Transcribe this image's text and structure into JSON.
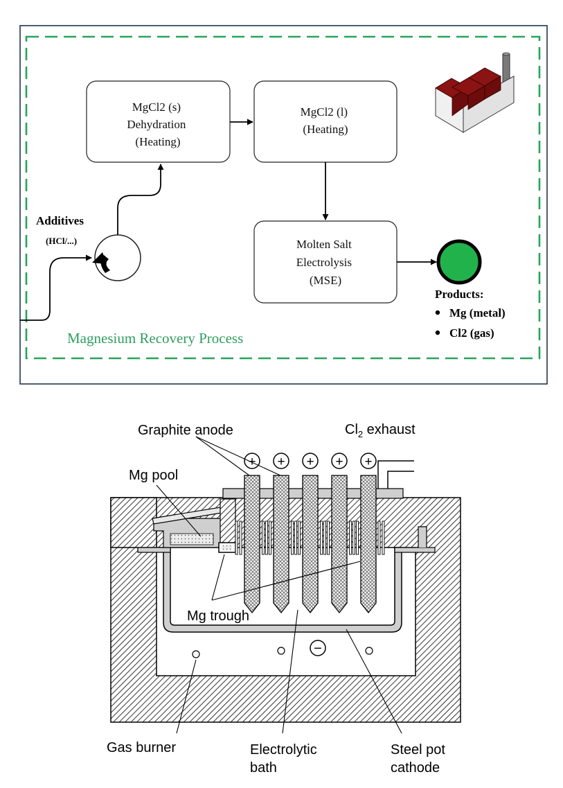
{
  "flow": {
    "boxes": {
      "dehydration": [
        "MgCl2 (s)",
        "Dehydration",
        "(Heating)"
      ],
      "heating": [
        "MgCl2 (l)",
        "(Heating)"
      ],
      "mse": [
        "Molten Salt",
        "Electrolysis",
        "(MSE)"
      ]
    },
    "additives": {
      "title": "Additives",
      "sub": "(HCl/...)"
    },
    "process_label": "Magnesium Recovery Process",
    "products": {
      "title": "Products:",
      "items": [
        "Mg (metal)",
        "Cl2 (gas)"
      ]
    },
    "colors": {
      "frame": "#1f3550",
      "dash": "#25a55a",
      "process_label": "#2f9e5f",
      "product_dot": "#22b24c",
      "factory_roof": "#8b1313"
    },
    "icons": [
      "factory-icon",
      "pump-icon",
      "product-circle-icon"
    ]
  },
  "cell": {
    "labels": {
      "anode": "Graphite anode",
      "exhaust_main": "Cl",
      "exhaust_sub": "2",
      "exhaust_rest": " exhaust",
      "pool": "Mg pool",
      "trough": "Mg trough",
      "burner": "Gas burner",
      "bath": [
        "Electrolytic",
        "bath"
      ],
      "cathode": [
        "Steel pot",
        "cathode"
      ]
    },
    "anode_sign": "+",
    "cathode_sign": "−",
    "anode_count": 5
  }
}
